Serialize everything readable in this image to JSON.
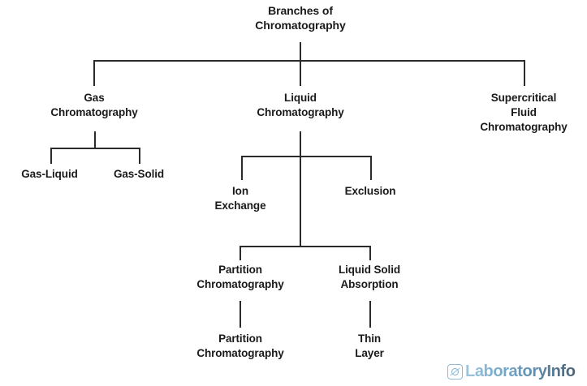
{
  "diagram": {
    "type": "tree-flowchart",
    "title": "Branches of Chromatography",
    "background_color": "#ffffff",
    "line_color": "#2b2b2b",
    "text_color": "#1a1a1a",
    "nodes": {
      "root": "Branches of\nChromatography",
      "gas": "Gas\nChromatography",
      "liquid": "Liquid\nChromatography",
      "supercritical": "Supercritical\nFluid\nChromatography",
      "gas_liquid": "Gas-Liquid",
      "gas_solid": "Gas-Solid",
      "ion_exchange": "Ion\nExchange",
      "exclusion": "Exclusion",
      "partition": "Partition\nChromatography",
      "liquid_solid": "Liquid Solid\nAbsorption",
      "partition_leaf": "Partition\nChromatography",
      "thin_layer": "Thin\nLayer"
    },
    "edges": [
      {
        "from": "root",
        "to": "gas"
      },
      {
        "from": "root",
        "to": "liquid"
      },
      {
        "from": "root",
        "to": "supercritical"
      },
      {
        "from": "gas",
        "to": "gas_liquid"
      },
      {
        "from": "gas",
        "to": "gas_solid"
      },
      {
        "from": "liquid",
        "to": "ion_exchange"
      },
      {
        "from": "liquid",
        "to": "exclusion"
      },
      {
        "from": "liquid",
        "to": "partition"
      },
      {
        "from": "liquid",
        "to": "liquid_solid"
      },
      {
        "from": "partition",
        "to": "partition_leaf"
      },
      {
        "from": "liquid_solid",
        "to": "thin_layer"
      }
    ]
  },
  "logo": {
    "wordmark": "LaboratoryInfo",
    "icon": "laboratoryinfo-mark",
    "gradient_start": "#9fc6dd",
    "gradient_end": "#4a6275"
  }
}
